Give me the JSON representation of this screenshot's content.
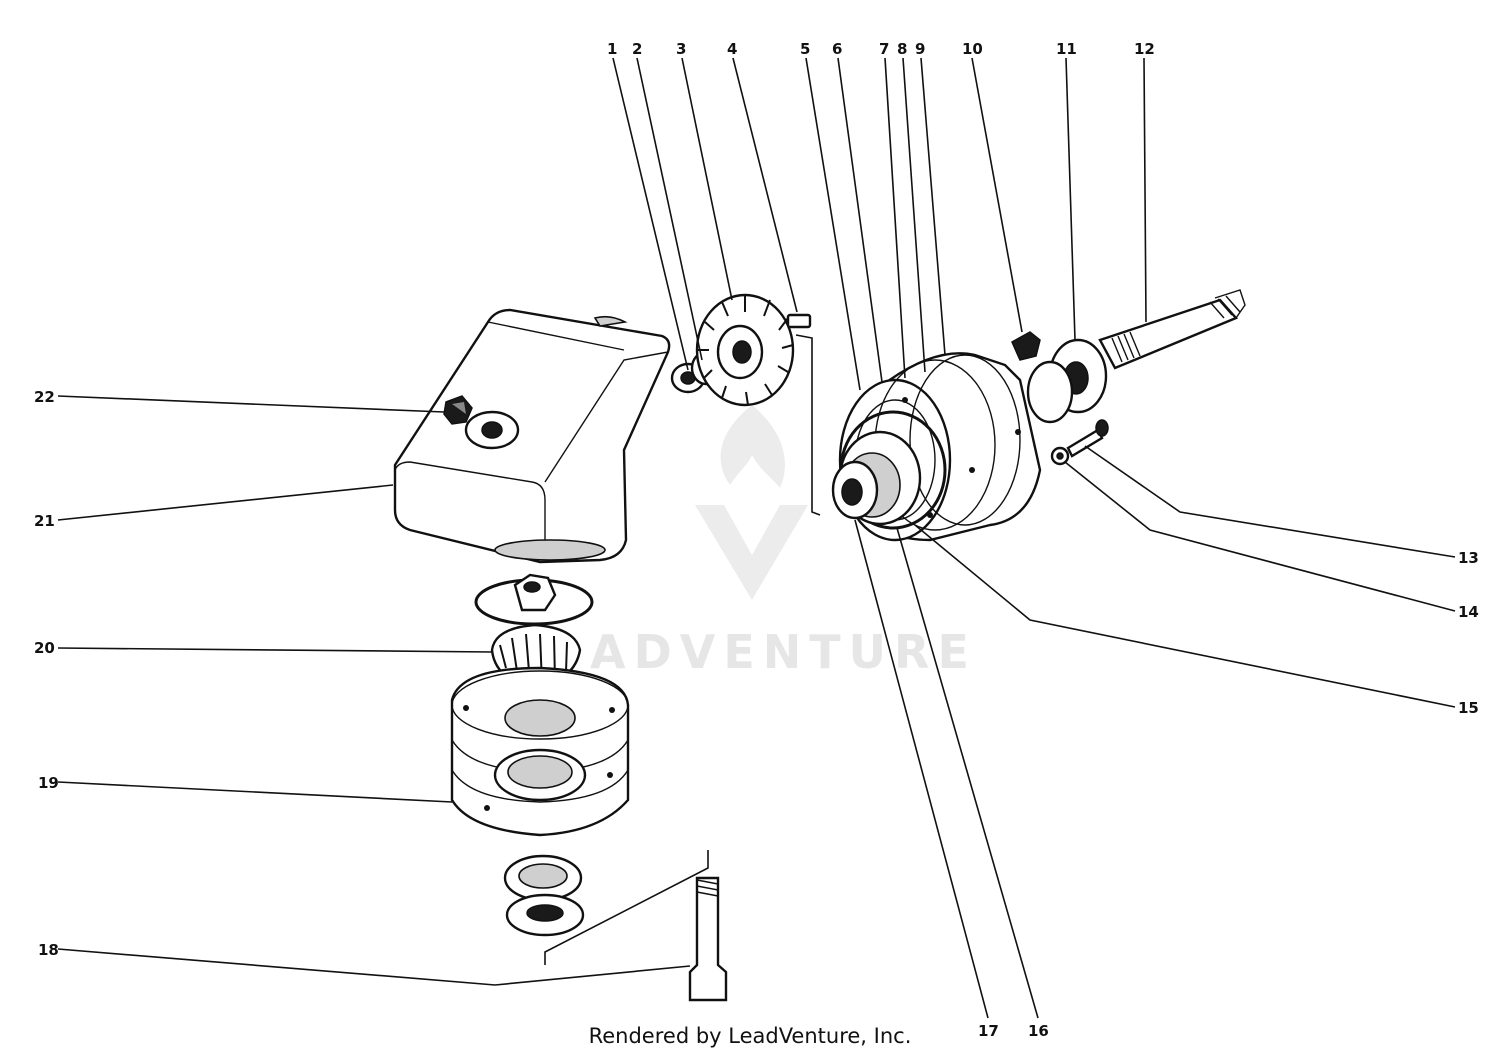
{
  "diagram": {
    "callouts": [
      "1",
      "2",
      "3",
      "4",
      "5",
      "6",
      "7",
      "8",
      "9",
      "10",
      "11",
      "12",
      "13",
      "14",
      "15",
      "16",
      "17",
      "18",
      "19",
      "20",
      "21",
      "22"
    ]
  },
  "watermark": {
    "text": "ADVENTURE"
  },
  "footer": {
    "credit": "Rendered by LeadVenture, Inc."
  }
}
